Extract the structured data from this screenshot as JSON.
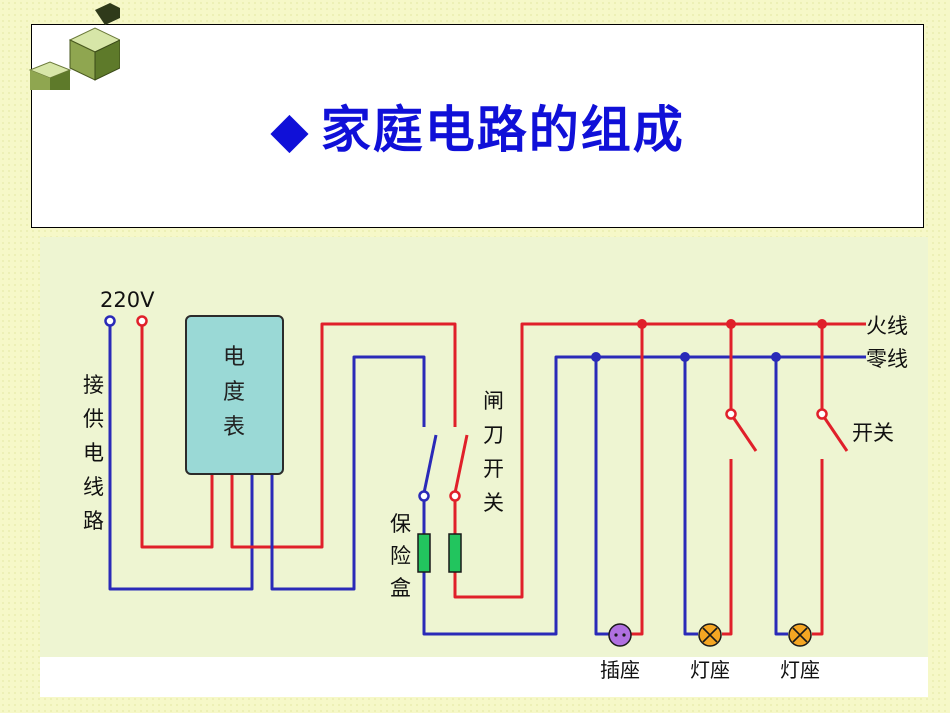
{
  "title": {
    "bullet": "◆",
    "text": "家庭电路的组成"
  },
  "labels": {
    "voltage": "220V",
    "supply_line": [
      "接",
      "供",
      "电",
      "线",
      "路"
    ],
    "meter": [
      "电",
      "度",
      "表"
    ],
    "knife_switch": [
      "闸",
      "刀",
      "开",
      "关"
    ],
    "fuse_box": [
      "保",
      "险",
      "盒"
    ],
    "live_wire": "火线",
    "neutral_wire": "零线",
    "switch": "开关",
    "socket": "插座",
    "lamp_holder_1": "灯座",
    "lamp_holder_2": "灯座"
  },
  "colors": {
    "title": "#1010d8",
    "live": "#e0202a",
    "neutral": "#2a2ab8",
    "meter_fill": "#9ad9d6",
    "fuse": "#22c55e",
    "lamp": "#f5a623",
    "socket": "#b070e0"
  }
}
